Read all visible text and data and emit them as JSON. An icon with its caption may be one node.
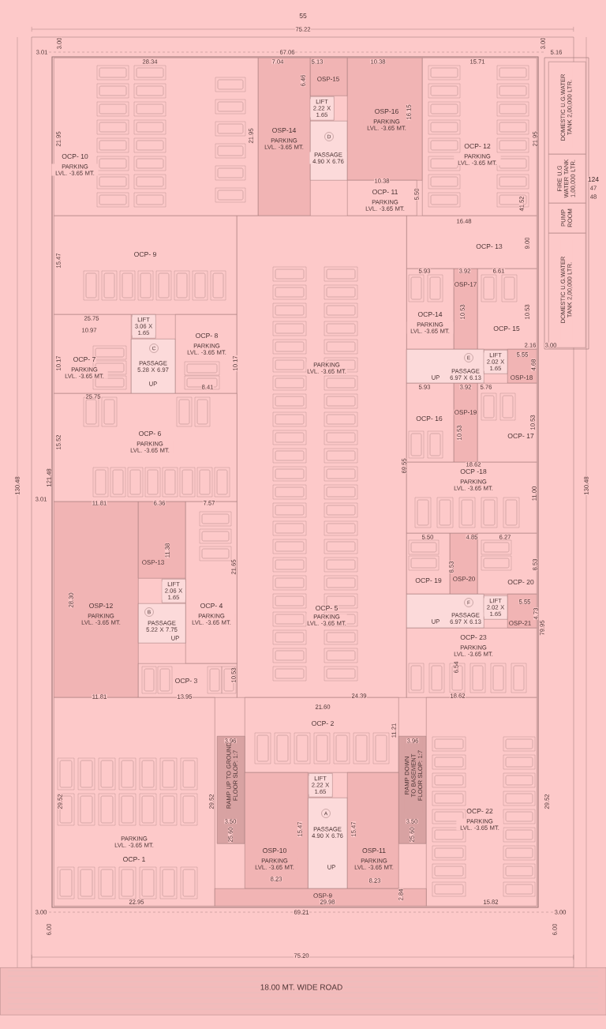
{
  "diagram": {
    "nodes": [
      {
        "text": [
          "OCP- 10",
          "PARKING LVL. -3.65 MT."
        ]
      },
      {
        "text": [
          "OSP-14",
          "PARKING LVL. -3.65 MT."
        ]
      },
      {
        "text": [
          "OSP-15"
        ]
      },
      {
        "text": [
          "LIFT 2.22 X 1.65"
        ]
      },
      {
        "text": [
          "PASSAGE 4.90 X 6.76"
        ]
      },
      {
        "text": [
          "D"
        ],
        "in": 4
      },
      {
        "text": [
          "OSP-16",
          "PARKING LVL. -3.65 MT."
        ]
      },
      {
        "text": [
          "OCP- 12",
          "PARKING LVL. -3.65 MT."
        ]
      },
      {
        "text": [
          "OCP- 11",
          "PARKING LVL. -3.65 MT."
        ]
      },
      {
        "text": [
          "DOMESTIC U.G.WATER TANK 2,00,000 LTR."
        ]
      },
      {
        "text": [
          "FIRE U.G WATER TANK 1,00,000 LTR."
        ]
      },
      {
        "text": [
          "PUMP ROOM"
        ]
      },
      {
        "text": [
          "DOMESTIC U.G.WATER TANK 2,00,000 LTR."
        ]
      },
      {
        "text": [
          "OCP- 9"
        ]
      },
      {
        "text": [
          "OCP- 13"
        ]
      },
      {
        "text": [
          "OCP-14",
          "PARKING LVL. -3.65 MT."
        ]
      },
      {
        "text": [
          "OSP-17"
        ]
      },
      {
        "text": [
          "OCP- 15"
        ]
      },
      {
        "text": [
          "OCP- 7",
          "PARKING LVL. -3.65 MT."
        ]
      },
      {
        "text": [
          "LIFT 3.06 X 1.65"
        ]
      },
      {
        "text": [
          "PASSAGE 5.28 X 6.97",
          "UP"
        ]
      },
      {
        "text": [
          "C"
        ],
        "in": 20
      },
      {
        "text": [
          "OCP- 8",
          "PARKING LVL. -3.65 MT."
        ]
      },
      {
        "text": [
          "PARKING LVL. -3.65 MT.",
          "OCP- 5",
          "PARKING LVL. -3.65 MT."
        ]
      },
      {
        "text": [
          "UP",
          "PASSAGE 6.97 X 6.13"
        ]
      },
      {
        "text": [
          "E"
        ],
        "in": 24
      },
      {
        "text": [
          "LIFT 2.02 X 1.65"
        ]
      },
      {
        "text": [
          "OSP-18"
        ]
      },
      {
        "text": [
          "OCP- 16"
        ]
      },
      {
        "text": [
          "OSP-19"
        ]
      },
      {
        "text": [
          "OCP- 17"
        ]
      },
      {
        "text": [
          "OCP- 6",
          "PARKING LVL. -3.65 MT."
        ]
      },
      {
        "text": [
          "OCP -18",
          "PARKING LVL. -3.65 MT."
        ]
      },
      {
        "text": [
          "OSP-12",
          "PARKING LVL. -3.65 MT."
        ]
      },
      {
        "text": [
          "OSP-13"
        ]
      },
      {
        "text": [
          "OCP- 4",
          "PARKING LVL. -3.65 MT."
        ]
      },
      {
        "text": [
          "LIFT 2.06 X 1.65"
        ]
      },
      {
        "text": [
          "PASSAGE 5.22 X 7.75",
          "UP"
        ]
      },
      {
        "text": [
          "B"
        ],
        "in": 37
      },
      {
        "text": [
          "OCP- 19"
        ]
      },
      {
        "text": [
          "OSP-20"
        ]
      },
      {
        "text": [
          "OCP- 20"
        ]
      },
      {
        "text": [
          "UP",
          "PASSAGE 6.97 X 6.13"
        ]
      },
      {
        "text": [
          "F"
        ],
        "in": 42
      },
      {
        "text": [
          "LIFT 2.02 X 1.65"
        ]
      },
      {
        "text": [
          "OSP-21"
        ]
      },
      {
        "text": [
          "OCP- 3"
        ]
      },
      {
        "text": [
          "OCP- 23",
          "PARKING LVL. -3.65 MT."
        ]
      },
      {
        "text": [
          "OCP- 2"
        ]
      },
      {
        "text": [
          "PARKING LVL. -3.65 MT.",
          "OCP- 1"
        ]
      },
      {
        "text": [
          "RAMP UP TO GROUND FLOOR SLOP: 1:7"
        ]
      },
      {
        "text": [
          "RAMP DOWN TO BASEMENT FLOOR SLOP: 1:7"
        ]
      },
      {
        "text": [
          "OCP- 22",
          "PARKING LVL. -3.65 MT."
        ]
      },
      {
        "text": [
          "LIFT 2.22 X 1.65"
        ]
      },
      {
        "text": [
          "PASSAGE 4.90 X 6.76",
          "UP"
        ]
      },
      {
        "text": [
          "A"
        ],
        "in": 54
      },
      {
        "text": [
          "OSP-10",
          "PARKING LVL. -3.65 MT."
        ]
      },
      {
        "text": [
          "OSP-11",
          "PARKING LVL. -3.65 MT."
        ]
      },
      {
        "text": [
          "OSP-9"
        ]
      },
      {
        "text": [
          "18.00 MT. WIDE ROAD"
        ]
      }
    ],
    "labels": [
      "55",
      "75.22",
      "3.01",
      "3.00",
      "67.06",
      "3.00",
      "5.16",
      "28.34",
      "7.04",
      "5.13",
      "10.38",
      "15.71",
      "6.46",
      "16.15",
      "21.95",
      "21.95",
      "21.95",
      "10.38",
      "5.50",
      "124",
      "47",
      "48",
      "41.52",
      "16.48",
      "9.00",
      "15.47",
      "5.93",
      "3.92",
      "6.61",
      "10.53",
      "10.53",
      "25.75",
      "10.97",
      "2.16",
      "3.00",
      "5.55",
      "10.17",
      "10.17",
      "4.68",
      "8.41",
      "5.93",
      "3.92",
      "5.76",
      "25.75",
      "10.53",
      "10.53",
      "15.52",
      "69.55",
      "18.62",
      "121.48",
      "130.48",
      "130.48",
      "11.00",
      "3.01",
      "11.81",
      "6.36",
      "7.57",
      "5.50",
      "4.85",
      "6.27",
      "11.38",
      "21.65",
      "8.53",
      "8.53",
      "28.30",
      "5.55",
      "4.73",
      "79.95",
      "6.54",
      "10.53",
      "11.81",
      "13.95",
      "24.39",
      "18.62",
      "21.60",
      "3.96",
      "11.21",
      "3.96",
      "29.52",
      "29.52",
      "29.52",
      "3.50",
      "25.60",
      "15.47",
      "15.47",
      "3.50",
      "25.60",
      "8.23",
      "8.23",
      "2.84",
      "22.95",
      "29.98",
      "15.82",
      "3.00",
      "69.21",
      "3.00",
      "6.00",
      "6.00",
      "75.20"
    ]
  }
}
